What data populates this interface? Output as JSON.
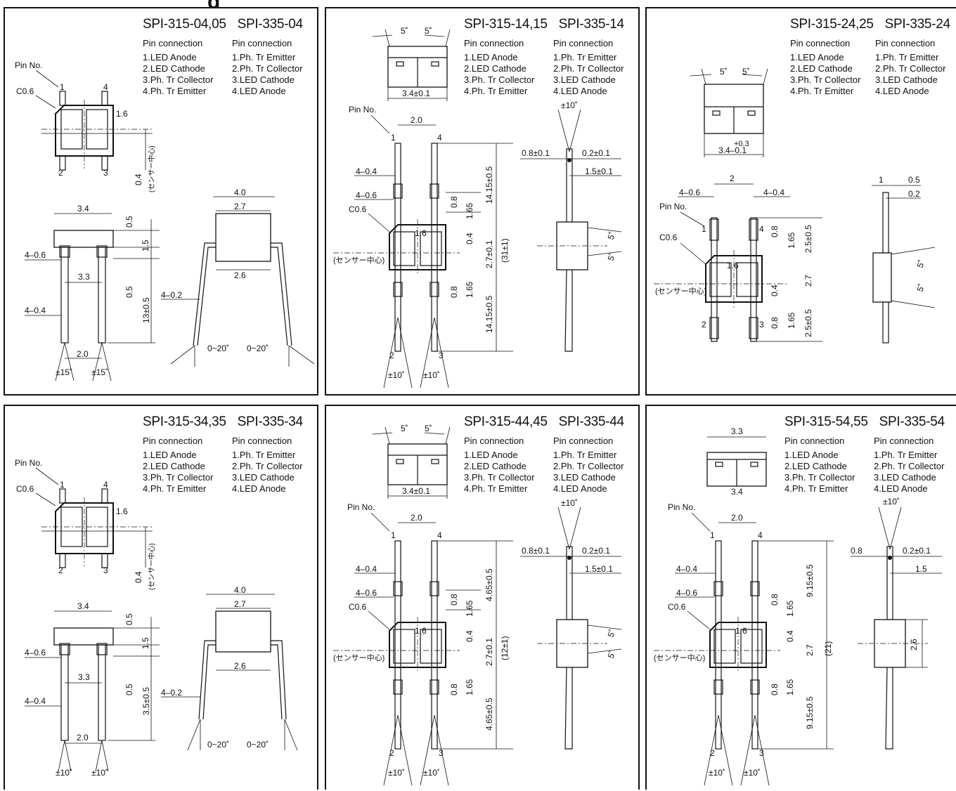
{
  "top_fragment": "g",
  "labels": {
    "pin_no": "Pin No.",
    "c06": "C0.6",
    "sensor_center": "(センサー中心)",
    "sensor_center_v": "(センサー中心)"
  },
  "panels": [
    {
      "left_part": "SPI-315-04,05",
      "right_part": "SPI-335-04",
      "left_pins": {
        "heading": "Pin connection",
        "items": [
          "1.LED Anode",
          "2.LED Cathode",
          "3.Ph. Tr Collector",
          "4.Ph. Tr Emitter"
        ]
      },
      "right_pins": {
        "heading": "Pin connection",
        "items": [
          "1.Ph. Tr Emitter",
          "2.Ph. Tr Collector",
          "3.LED Cathode",
          "4.LED Anode"
        ]
      },
      "dims": {
        "d16": "1.6",
        "d04": "0.4",
        "d34": "3.4",
        "d05a": "0.5",
        "d15": "1.5",
        "d46": "4–0.6",
        "d33": "3.3",
        "d05b": "0.5",
        "lead": "13±0.5",
        "d44": "4–0.4",
        "d20": "2.0",
        "ang1": "±15˚",
        "ang2": "±15˚",
        "d40": "4.0",
        "d27": "2.7",
        "d26": "2.6",
        "d42": "4–0.2",
        "a020a": "0~20˚",
        "a020b": "0~20˚"
      }
    },
    {
      "left_part": "SPI-315-14,15",
      "right_part": "SPI-335-14",
      "left_pins": {
        "heading": "Pin connection",
        "items": [
          "1.LED Anode",
          "2.LED Cathode",
          "3.Ph. Tr Collector",
          "4.Ph. Tr Emitter"
        ]
      },
      "right_pins": {
        "heading": "Pin connection",
        "items": [
          "1.Ph. Tr Emitter",
          "2.Ph. Tr Collector",
          "3.LED Cathode",
          "4.LED Anode"
        ]
      },
      "dims": {
        "a5a": "5˚",
        "a5b": "5˚",
        "w": "3.4±0.1",
        "d20": "2.0",
        "d44": "4–0.4",
        "d46": "4–0.6",
        "d08a": "0.8",
        "d165a": "1.65",
        "d1415a": "14.15±0.5",
        "d16": "1.6",
        "d04": "0.4",
        "d27": "2.7±0.1",
        "tot": "(31±1)",
        "d08b": "0.8",
        "d165b": "1.65",
        "d1415b": "14.15±0.5",
        "p1": "1",
        "p2": "2",
        "p3": "3",
        "p4": "4",
        "ang1": "±10˚",
        "ang2": "±10˚",
        "s10": "±10˚",
        "s08": "0.8±0.1",
        "s02": "0.2±0.1",
        "s15": "1.5±0.1",
        "s5a": "5˚",
        "s5b": "5˚"
      }
    },
    {
      "left_part": "SPI-315-24,25",
      "right_part": "SPI-335-24",
      "left_pins": {
        "heading": "Pin connection",
        "items": [
          "1.LED Anode",
          "2.LED Cathode",
          "3.Ph. Tr Collector",
          "4.Ph. Tr Emitter"
        ]
      },
      "right_pins": {
        "heading": "Pin connection",
        "items": [
          "1.Ph. Tr Emitter",
          "2.Ph. Tr Collector",
          "3.LED Cathode",
          "4.LED Anode"
        ]
      },
      "dims": {
        "a5a": "5˚",
        "a5b": "5˚",
        "tol": "+0.3",
        "w": "3.4–0.1",
        "d2": "2",
        "d46": "4–0.6",
        "d44": "4–0.4",
        "p1": "1",
        "p4": "4",
        "d08a": "0.8",
        "d165a": "1.65",
        "d25a": "2.5±0.5",
        "d16": "1.6",
        "d27": "2.7",
        "d04": "0.4",
        "p2": "2",
        "p3": "3",
        "d08b": "0.8",
        "d165b": "1.65",
        "d25b": "2.5±0.5",
        "s1": "1",
        "s05": "0.5",
        "s02": "0.2",
        "s5a": "5˚",
        "s5b": "5˚"
      }
    },
    {
      "left_part": "SPI-315-34,35",
      "right_part": "SPI-335-34",
      "left_pins": {
        "heading": "Pin connection",
        "items": [
          "1.LED Anode",
          "2.LED Cathode",
          "3.Ph. Tr Collector",
          "4.Ph. Tr Emitter"
        ]
      },
      "right_pins": {
        "heading": "Pin connection",
        "items": [
          "1.Ph. Tr Emitter",
          "2.Ph. Tr Collector",
          "3.LED Cathode",
          "4.LED Anode"
        ]
      },
      "dims": {
        "d16": "1.6",
        "d04": "0.4",
        "d34": "3.4",
        "d05a": "0.5",
        "d15": "1.5",
        "d46": "4–0.6",
        "d33": "3.3",
        "d05b": "0.5",
        "lead": "3.5±0.5",
        "d44": "4–0.4",
        "d20": "2.0",
        "ang1": "±10˚",
        "ang2": "±10˚",
        "d40": "4.0",
        "d27": "2.7",
        "d26": "2.6",
        "d42": "4–0.2",
        "a020a": "0~20˚",
        "a020b": "0~20˚"
      }
    },
    {
      "left_part": "SPI-315-44,45",
      "right_part": "SPI-335-44",
      "left_pins": {
        "heading": "Pin connection",
        "items": [
          "1.LED Anode",
          "2.LED Cathode",
          "3.Ph. Tr Collector",
          "4.Ph. Tr Emitter"
        ]
      },
      "right_pins": {
        "heading": "Pin connection",
        "items": [
          "1.Ph. Tr Emitter",
          "2.Ph. Tr Collector",
          "3.LED Cathode",
          "4.LED Anode"
        ]
      },
      "dims": {
        "a5a": "5˚",
        "a5b": "5˚",
        "w": "3.4±0.1",
        "d20": "2.0",
        "d44": "4–0.4",
        "d46": "4–0.6",
        "d08a": "0.8",
        "d165a": "1.65",
        "d1415a": "4.65±0.5",
        "d16": "1.6",
        "d04": "0.4",
        "d27": "2.7±0.1",
        "tot": "(12±1)",
        "d08b": "0.8",
        "d165b": "1.65",
        "d1415b": "4.65±0.5",
        "p1": "1",
        "p2": "2",
        "p3": "3",
        "p4": "4",
        "ang1": "±10˚",
        "ang2": "±10˚",
        "s10": "±10˚",
        "s08": "0.8±0.1",
        "s02": "0.2±0.1",
        "s15": "1.5±0.1",
        "s5a": "5˚",
        "s5b": "5˚"
      }
    },
    {
      "left_part": "SPI-315-54,55",
      "right_part": "SPI-335-54",
      "left_pins": {
        "heading": "Pin connection",
        "items": [
          "1.LED Anode",
          "2.LED Cathode",
          "3.Ph. Tr Collector",
          "4.Ph. Tr Emitter"
        ]
      },
      "right_pins": {
        "heading": "Pin connection",
        "items": [
          "1.Ph. Tr Emitter",
          "2.Ph. Tr Collector",
          "3.LED Cathode",
          "4.LED Anode"
        ]
      },
      "dims": {
        "d33": "3.3",
        "d34": "3.4",
        "d20": "2.0",
        "d44": "4–0.4",
        "d46": "4–0.6",
        "d08a": "0.8",
        "d165a": "1.65",
        "d915a": "9.15±0.5",
        "d16": "1.6",
        "d04": "0.4",
        "d27": "2.7",
        "tot": "(21)",
        "d08b": "0.8",
        "d165b": "1.65",
        "d915b": "9.15±0.5",
        "p1": "1",
        "p2": "2",
        "p3": "3",
        "p4": "4",
        "ang1": "±10˚",
        "ang2": "±10˚",
        "s10": "±10˚",
        "s08": "0.8",
        "s02": "0.2±0.1",
        "s15": "1.5",
        "s26": "2.6"
      }
    }
  ]
}
